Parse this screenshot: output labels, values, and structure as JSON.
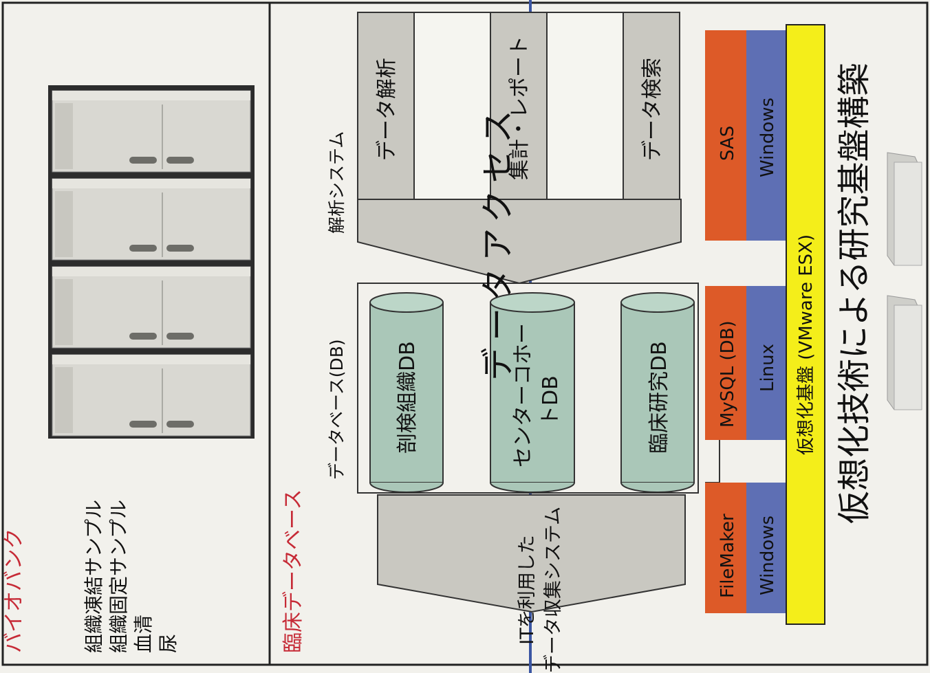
{
  "biobank": {
    "title": "バイオバンク",
    "samples": [
      "組織凍結サンプル",
      "組織固定サンプル",
      "血清",
      "尿"
    ]
  },
  "clinical": {
    "title": "臨床データベース",
    "collection": [
      "ITを利用した",
      "データ収集システム"
    ],
    "db_group": "データベース(DB)",
    "databases": [
      "剖検組織DB",
      "センターコホー",
      "トDB",
      "臨床研究DB"
    ],
    "access": "データアクセス",
    "analysis_group": "解析システム",
    "analysis_items": [
      "データ解析",
      "集計・レポート",
      "データ検索"
    ]
  },
  "platform": {
    "stacks": [
      {
        "app": "FileMaker",
        "os": "Windows"
      },
      {
        "app": "MySQL (DB)",
        "os": "Linux"
      },
      {
        "app": "SAS",
        "os": "Windows"
      }
    ],
    "virtual": "仮想化基盤 (VMware ESX)",
    "headline": "仮想化技術による研究基盤構築"
  },
  "colors": {
    "orange": "#dd5a28",
    "blue": "#5e6fb4",
    "yellow": "#f4ee1a",
    "db_fill": "#aac7b8",
    "block_fill": "#c9c8c1",
    "red_text": "#c62a36"
  }
}
